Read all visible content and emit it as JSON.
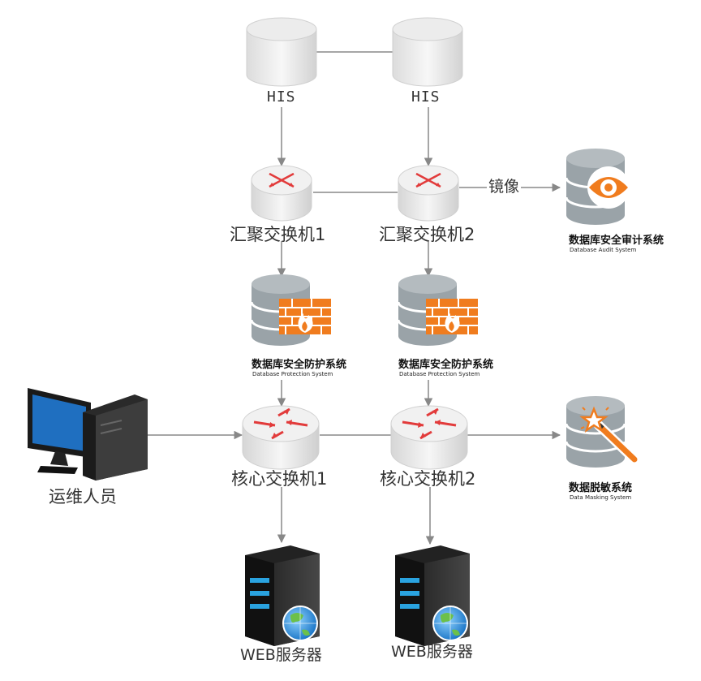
{
  "nodes": {
    "his1": {
      "label": "HIS"
    },
    "his2": {
      "label": "HIS"
    },
    "agg1": {
      "label": "汇聚交换机1"
    },
    "agg2": {
      "label": "汇聚交换机2"
    },
    "audit": {
      "label": "数据库安全审计系统",
      "sublabel": "Database Audit System"
    },
    "fw1": {
      "label": "数据库安全防护系统",
      "sublabel": "Database Protection System"
    },
    "fw2": {
      "label": "数据库安全防护系统",
      "sublabel": "Database Protection System"
    },
    "ops": {
      "label": "运维人员"
    },
    "core1": {
      "label": "核心交换机1"
    },
    "core2": {
      "label": "核心交换机2"
    },
    "mask": {
      "label": "数据脱敏系统",
      "sublabel": "Data Masking System"
    },
    "web1": {
      "label": "WEB服务器"
    },
    "web2": {
      "label": "WEB服务器"
    }
  },
  "edges": [
    {
      "from": "his1",
      "to": "his2",
      "directed": false
    },
    {
      "from": "his1",
      "to": "agg1",
      "directed": true
    },
    {
      "from": "his2",
      "to": "agg2",
      "directed": true
    },
    {
      "from": "agg1",
      "to": "agg2",
      "directed": false
    },
    {
      "from": "agg2",
      "to": "audit",
      "directed": true,
      "label": "镜像"
    },
    {
      "from": "agg1",
      "to": "fw1",
      "directed": true
    },
    {
      "from": "agg2",
      "to": "fw2",
      "directed": true
    },
    {
      "from": "fw1",
      "to": "core1",
      "directed": true
    },
    {
      "from": "fw2",
      "to": "core2",
      "directed": true
    },
    {
      "from": "ops",
      "to": "core1",
      "directed": true
    },
    {
      "from": "core1",
      "to": "core2",
      "directed": false
    },
    {
      "from": "core2",
      "to": "mask",
      "directed": true
    },
    {
      "from": "core1",
      "to": "web1",
      "directed": true
    },
    {
      "from": "core2",
      "to": "web2",
      "directed": true
    }
  ],
  "colors": {
    "accent": "#f07c1e",
    "db_gray": "#9aa3a8",
    "edge": "#888888",
    "arrow_red": "#e23b3b",
    "monitor_blue": "#1f6fc0"
  }
}
